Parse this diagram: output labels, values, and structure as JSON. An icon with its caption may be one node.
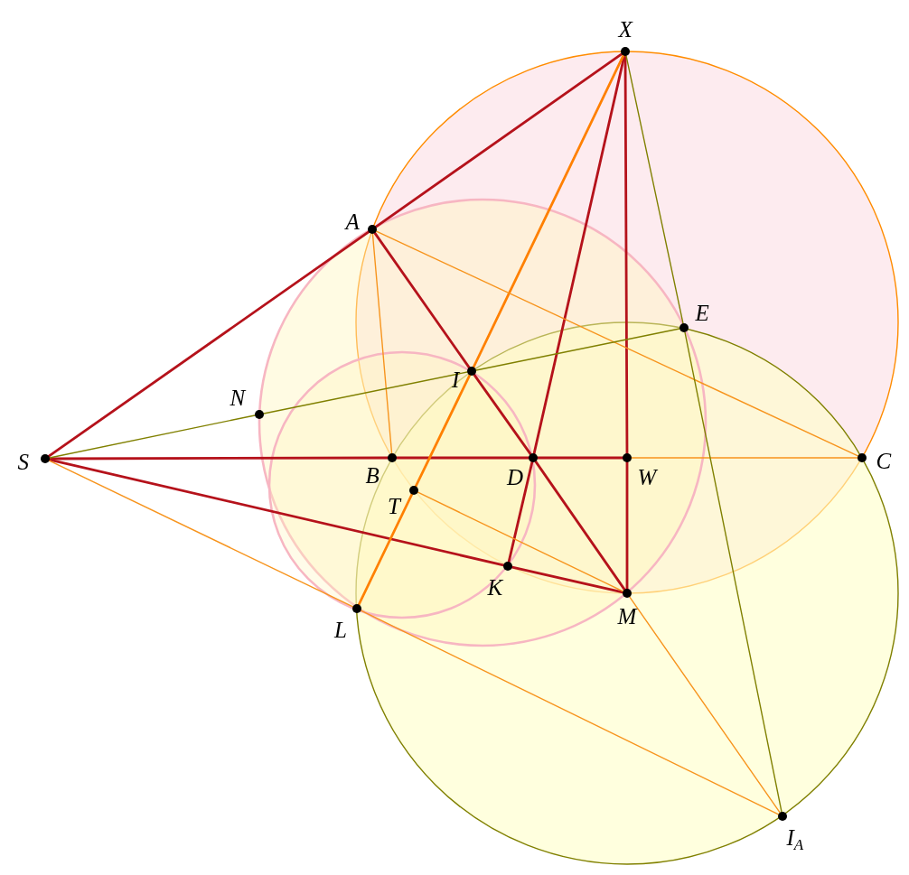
{
  "diagram": {
    "nodes": [
      {
        "text": [
          "X"
        ]
      },
      {
        "text": [
          "A"
        ]
      },
      {
        "text": [
          "E"
        ]
      },
      {
        "text": [
          "I"
        ]
      },
      {
        "text": [
          "N"
        ]
      },
      {
        "text": [
          "S"
        ]
      },
      {
        "text": [
          "B"
        ]
      },
      {
        "text": [
          "D"
        ]
      },
      {
        "text": [
          "W"
        ]
      },
      {
        "text": [
          "C"
        ]
      },
      {
        "text": [
          "T"
        ]
      },
      {
        "text": [
          "K"
        ]
      },
      {
        "text": [
          "M"
        ]
      },
      {
        "text": [
          "L"
        ]
      },
      {
        "text": [
          "I$_{A}$"
        ]
      }
    ],
    "edges": [
      {
        "from": 5,
        "to": 1,
        "arrow": "none"
      },
      {
        "from": 1,
        "to": 0,
        "arrow": "none"
      },
      {
        "from": 5,
        "to": 6,
        "arrow": "none"
      },
      {
        "from": 6,
        "to": 7,
        "arrow": "none"
      },
      {
        "from": 7,
        "to": 8,
        "arrow": "none"
      },
      {
        "from": 5,
        "to": 11,
        "arrow": "none"
      },
      {
        "from": 11,
        "to": 12,
        "arrow": "none"
      },
      {
        "from": 1,
        "to": 3,
        "arrow": "none"
      },
      {
        "from": 3,
        "to": 7,
        "arrow": "none"
      },
      {
        "from": 7,
        "to": 12,
        "arrow": "none"
      },
      {
        "from": 0,
        "to": 7,
        "arrow": "none"
      },
      {
        "from": 7,
        "to": 11,
        "arrow": "none"
      },
      {
        "from": 0,
        "to": 8,
        "arrow": "none"
      },
      {
        "from": 8,
        "to": 12,
        "arrow": "none"
      },
      {
        "from": 0,
        "to": 3,
        "arrow": "none",
        "color": "#ff8000"
      },
      {
        "from": 3,
        "to": 10,
        "arrow": "none",
        "color": "#ff8000"
      },
      {
        "from": 10,
        "to": 13,
        "arrow": "none",
        "color": "#ff8000"
      },
      {
        "from": 1,
        "to": 6,
        "arrow": "none",
        "color": "#f7941d"
      },
      {
        "from": 1,
        "to": 9,
        "arrow": "none",
        "color": "#f7941d"
      },
      {
        "from": 10,
        "to": 12,
        "arrow": "none",
        "color": "#f7941d"
      },
      {
        "from": 8,
        "to": 9,
        "arrow": "none",
        "color": "#f7941d"
      },
      {
        "from": 5,
        "to": 13,
        "arrow": "none",
        "color": "#f7941d"
      },
      {
        "from": 13,
        "to": 14,
        "arrow": "none",
        "color": "#f7941d"
      },
      {
        "from": 12,
        "to": 14,
        "arrow": "none",
        "color": "#f7941d"
      },
      {
        "from": 5,
        "to": 4,
        "arrow": "none",
        "color": "#808000"
      },
      {
        "from": 4,
        "to": 3,
        "arrow": "none",
        "color": "#808000"
      },
      {
        "from": 3,
        "to": 2,
        "arrow": "none",
        "color": "#808000"
      },
      {
        "from": 0,
        "to": 2,
        "arrow": "none",
        "color": "#808000"
      },
      {
        "from": 2,
        "to": 14,
        "arrow": "none",
        "color": "#808000"
      }
    ]
  }
}
